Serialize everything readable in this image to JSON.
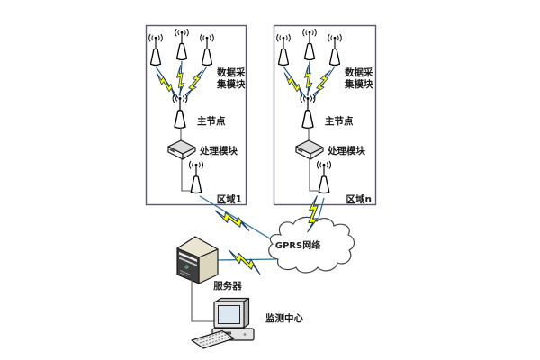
{
  "diagram": {
    "regions": [
      {
        "name": "区域1",
        "sensor_label_line1": "数据采",
        "sensor_label_line2": "集模块",
        "master_node_label": "主节点",
        "processing_label": "处理模块"
      },
      {
        "name": "区域n",
        "sensor_label_line1": "数据采",
        "sensor_label_line2": "集模块",
        "master_node_label": "主节点",
        "processing_label": "处理模块"
      }
    ],
    "gprs_cloud_label": "GPRS网络",
    "server_label": "服务器",
    "monitor_label": "监测中心"
  },
  "colors": {
    "bolt_yellow": "#ffff00",
    "bolt_outline_navy": "#1a3a6b",
    "sensor_link_navy": "#1f4e79",
    "external_link_blue": "#2f6f93",
    "region_border_gray": "#5a5a6e",
    "server_beige": "#ddd6bf",
    "server_front_dark": "#3f3f3f",
    "power_led_green": "#2e8b57",
    "background": "#ffffff"
  }
}
